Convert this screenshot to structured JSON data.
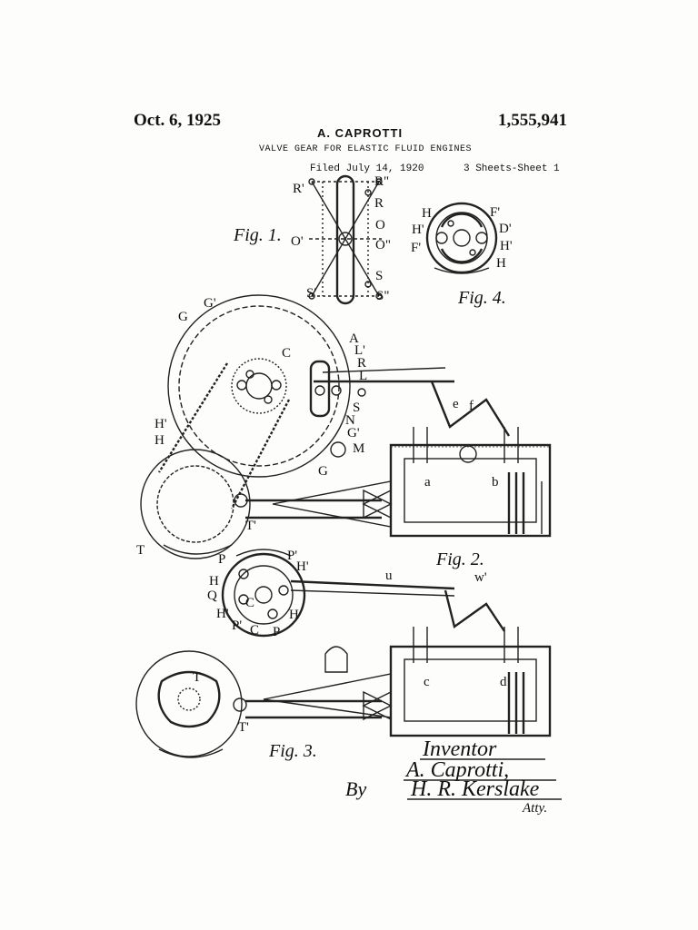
{
  "header": {
    "date": "Oct. 6, 1925",
    "inventor": "A. CAPROTTI",
    "patent_number": "1,555,941",
    "title": "VALVE GEAR FOR ELASTIC FLUID ENGINES",
    "filed": "Filed July 14, 1920",
    "sheets": "3 Sheets-Sheet 1"
  },
  "figures": {
    "fig1": "Fig. 1.",
    "fig2": "Fig. 2.",
    "fig3": "Fig. 3.",
    "fig4": "Fig. 4."
  },
  "fig1_labels": [
    "R'",
    "R\"",
    "R",
    "O",
    "O'",
    "O\"",
    "S",
    "S'",
    "S\""
  ],
  "fig4_labels": [
    "H",
    "F'",
    "H'",
    "D'",
    "F'",
    "H'",
    "H"
  ],
  "fig2_labels": [
    "G",
    "G'",
    "C",
    "A",
    "L'",
    "R",
    "L",
    "e",
    "f",
    "S",
    "N",
    "G'",
    "M",
    "H'",
    "H",
    "G",
    "a",
    "b",
    "T'",
    "T"
  ],
  "fig3_labels": [
    "P",
    "P'",
    "H'",
    "H",
    "Q",
    "C",
    "H'",
    "P'",
    "C",
    "P",
    "H",
    "u",
    "w'",
    "c",
    "d",
    "T",
    "T'"
  ],
  "signature": {
    "line1": "Inventor",
    "line2": "A. Caprotti,",
    "line3": "By",
    "line4": "H. R. Kerslake",
    "line5": "Atty."
  }
}
